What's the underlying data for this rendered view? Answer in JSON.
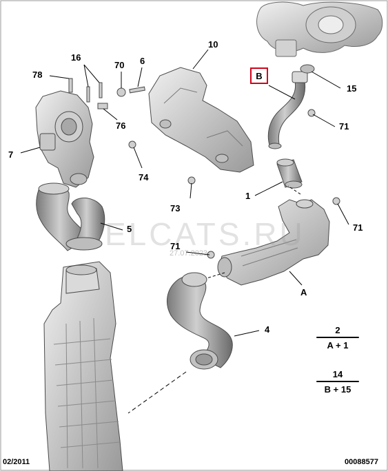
{
  "callouts": {
    "c78": "78",
    "c16": "16",
    "c70": "70",
    "c6": "6",
    "c10": "10",
    "c76": "76",
    "c7": "7",
    "c74": "74",
    "c73": "73",
    "c5": "5",
    "cB": "B",
    "c15": "15",
    "c71a": "71",
    "c1": "1",
    "c71b": "71",
    "c71c": "71",
    "cA": "A",
    "c4": "4"
  },
  "equations": {
    "eq1_top": "2",
    "eq1_bottom": "A + 1",
    "eq2_top": "14",
    "eq2_bottom": "B + 15"
  },
  "footer": {
    "date": "02/2011",
    "ref": "00088577"
  },
  "watermark": {
    "text": "ELCATS.RU",
    "date": "27.07.2023"
  },
  "colors": {
    "highlight": "#d0021b",
    "part_fill": "#d6d6d6",
    "part_stroke": "#4a4a4a",
    "leader": "#000000"
  }
}
